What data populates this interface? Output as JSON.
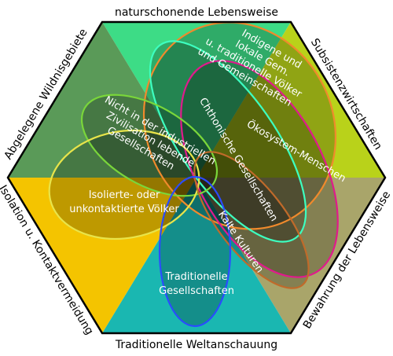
{
  "edge_labels": {
    "top": "naturschonende Lebensweise",
    "top_right": "Subsistenzwirtschaften",
    "bottom_right": "Bewahrung der Lebensweise",
    "bottom": "Traditionelle Weltanschauung",
    "bottom_left": "Isolation u. Kontaktvermeidung",
    "top_left": "Abgelegene Wildnisgebiete"
  },
  "region_labels": {
    "indigene_1": "Indigene und",
    "indigene_2": "lokale Gem.",
    "indigene_3": "u. traditionelle Völker",
    "indigene_4": "und Gemeinschaften",
    "chthonische": "Chthonische Gesellschaften",
    "oekosystem": "Ökosystem-Menschen",
    "nicht_1": "Nicht in der industriellen",
    "nicht_2": "Zivilisation lebende",
    "nicht_3": "Gesellschaften",
    "isolierte_1": "Isolierte- oder",
    "isolierte_2": "unkontaktierte Völker",
    "kalte": "Kalte Kulturen",
    "traditionelle_1": "Traditionelle",
    "traditionelle_2": "Gesellschaften"
  },
  "colors": {
    "sector_top": "#3ddc86",
    "sector_top_right": "#b9d21a",
    "sector_bottom_right": "#a9a56a",
    "sector_bottom": "#1ab7b1",
    "sector_bottom_left": "#f4c400",
    "sector_top_left": "#5a9a58",
    "hex_border": "#000000",
    "ellipse_indigene": "#f08a2c",
    "ellipse_chthonische": "#3dffc0",
    "ellipse_oekosystem": "#e01a8c",
    "ellipse_nicht": "#7ad63a",
    "ellipse_isolierte": "#e8e44a",
    "ellipse_kalte": "#c06a2a",
    "ellipse_traditionelle": "#2a4cff"
  }
}
